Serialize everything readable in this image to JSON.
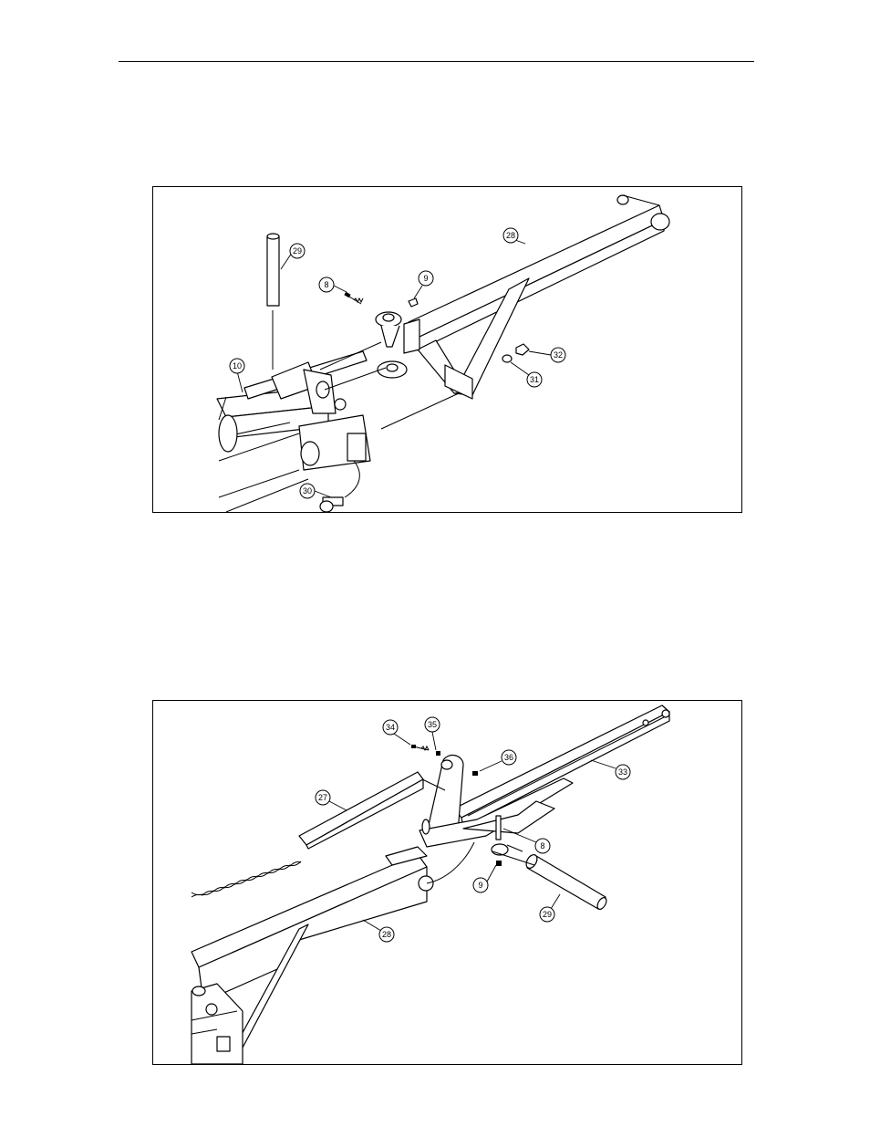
{
  "figure1": {
    "callouts": [
      "29",
      "28",
      "8",
      "9",
      "10",
      "32",
      "31",
      "30"
    ]
  },
  "figure2": {
    "callouts": [
      "34",
      "35",
      "36",
      "33",
      "27",
      "8",
      "9",
      "29",
      "28"
    ]
  }
}
